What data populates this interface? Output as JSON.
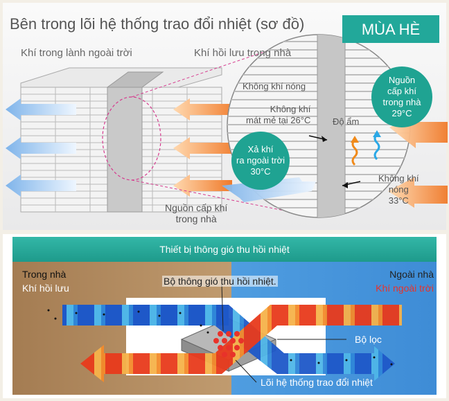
{
  "title": "Bên trong lõi hệ thống trao đổi nhiệt (sơ đồ)",
  "season": "MÙA HÈ",
  "top": {
    "fresh_air_outdoor": "Khí trong lành ngoài trời",
    "return_air_indoor": "Khí hồi lưu trong nhà",
    "hot_air_top": "Không khí nóng",
    "cool_air_lines": [
      "Không khí",
      "mát mẻ tại 26°C"
    ],
    "humidity": "Độ ẩm",
    "indoor_supply_bubble": [
      "Nguồn",
      "cấp khí",
      "trong nhà",
      "29°C"
    ],
    "exhaust_bubble": [
      "Xả khí",
      "ra ngoài trời",
      "30°C"
    ],
    "hot_air_right": [
      "Không khí",
      "nóng",
      "33°C"
    ],
    "indoor_supply_label": [
      "Nguồn cấp khí",
      "trong nhà"
    ]
  },
  "bottom": {
    "banner": "Thiết bị thông gió thu hồi nhiệt",
    "indoor": "Trong nhà",
    "return_air": "Khí hồi lưu",
    "unit_label": "Bộ thông gió thu hồi nhiệt.",
    "outdoor": "Ngoài nhà",
    "outdoor_air": "Khí ngoài trời",
    "filter": "Bộ lọc",
    "core": "Lõi hệ thống trao đổi nhiệt"
  },
  "colors": {
    "teal": "#22a89a",
    "indoor_bg": "#b08a5c",
    "outdoor_bg": "#3b8ed8",
    "hot": "#e5432a",
    "cold": "#2a6fd6",
    "red_text": "#e8322a"
  }
}
